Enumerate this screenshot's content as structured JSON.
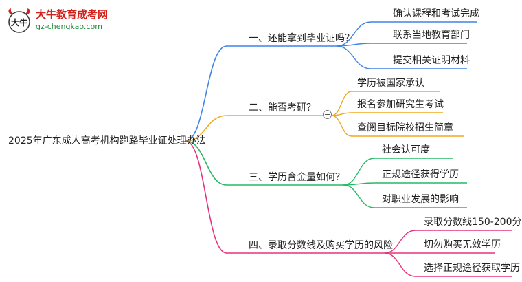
{
  "logo": {
    "mark_text": "大牛",
    "title": "大牛教育成考网",
    "url": "gz-chengkao.com"
  },
  "colors": {
    "branch1": "#3f84e5",
    "branch2": "#f0a81c",
    "branch3": "#27b866",
    "branch4": "#e5337e",
    "root_line": "#555555"
  },
  "mindmap": {
    "root": "2025年广东成人高考机构跑路毕业证处理办法",
    "branches": [
      {
        "label": "一、还能拿到毕业证吗？",
        "children": [
          "确认课程和考试完成",
          "联系当地教育部门",
          "提交相关证明材料"
        ]
      },
      {
        "label": "二、能否考研？",
        "children": [
          "学历被国家承认",
          "报名参加研究生考试",
          "查阅目标院校招生简章"
        ]
      },
      {
        "label": "三、学历含金量如何？",
        "children": [
          "社会认可度",
          "正规途径获得学历",
          "对职业发展的影响"
        ]
      },
      {
        "label": "四、录取分数线及购买学历的风险",
        "children": [
          "录取分数线150-200分",
          "切勿购买无效学历",
          "选择正规途径获取学历"
        ]
      }
    ]
  }
}
